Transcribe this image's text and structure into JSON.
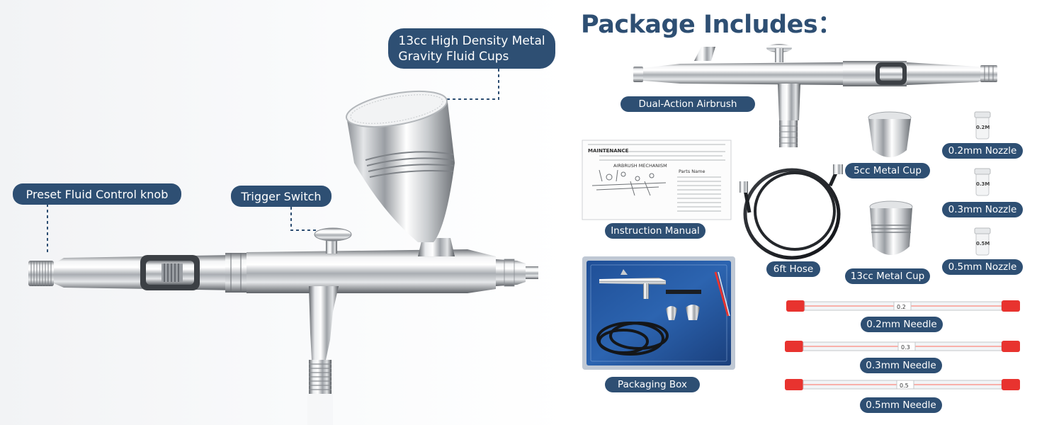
{
  "title": "Package Includes：",
  "callouts": {
    "cups": [
      "13cc High Density Metal",
      "Gravity Fluid Cups"
    ],
    "knob": "Preset Fluid Control knob",
    "trigger": "Trigger Switch"
  },
  "items": {
    "airbrush": "Dual-Action Airbrush",
    "cup5": "5cc Metal Cup",
    "nozzle02": "0.2mm  Nozzle",
    "nozzle03": "0.3mm Nozzle",
    "nozzle05": "0.5mm Nozzle",
    "manual": "Instruction Manual",
    "hose": "6ft Hose",
    "cup13": "13cc Metal Cup",
    "needle02": "0.2mm Needle",
    "needle03": "0.3mm Needle",
    "needle05": "0.5mm Needle",
    "box": "Packaging Box"
  },
  "manual_text": {
    "heading": "MAINTENANCE",
    "diagram_title": "AIRBRUSH MECHANISM",
    "parts_title": "Parts Name"
  },
  "nozzle_labels": [
    "0.2M",
    "0.3M",
    "0.5M"
  ],
  "needle_labels": [
    "0.2",
    "0.3",
    "0.5"
  ],
  "colors": {
    "accent": "#2e4f73",
    "needle_cap": "#e8332f"
  }
}
